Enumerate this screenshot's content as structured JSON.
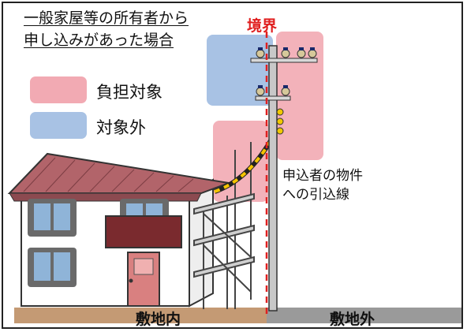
{
  "title_lines": [
    "一般家屋等の所有者から",
    "申し込みがあった場合"
  ],
  "legend": {
    "burden": {
      "label": "負担対象",
      "color": "#f2aab3"
    },
    "excluded": {
      "label": "対象外",
      "color": "#a8c2e4"
    }
  },
  "boundary_label": "境界",
  "service_line_note": [
    "申込者の物件",
    "への引込線"
  ],
  "ground": {
    "inside_label": "敷地内",
    "outside_label": "敷地外"
  }
}
